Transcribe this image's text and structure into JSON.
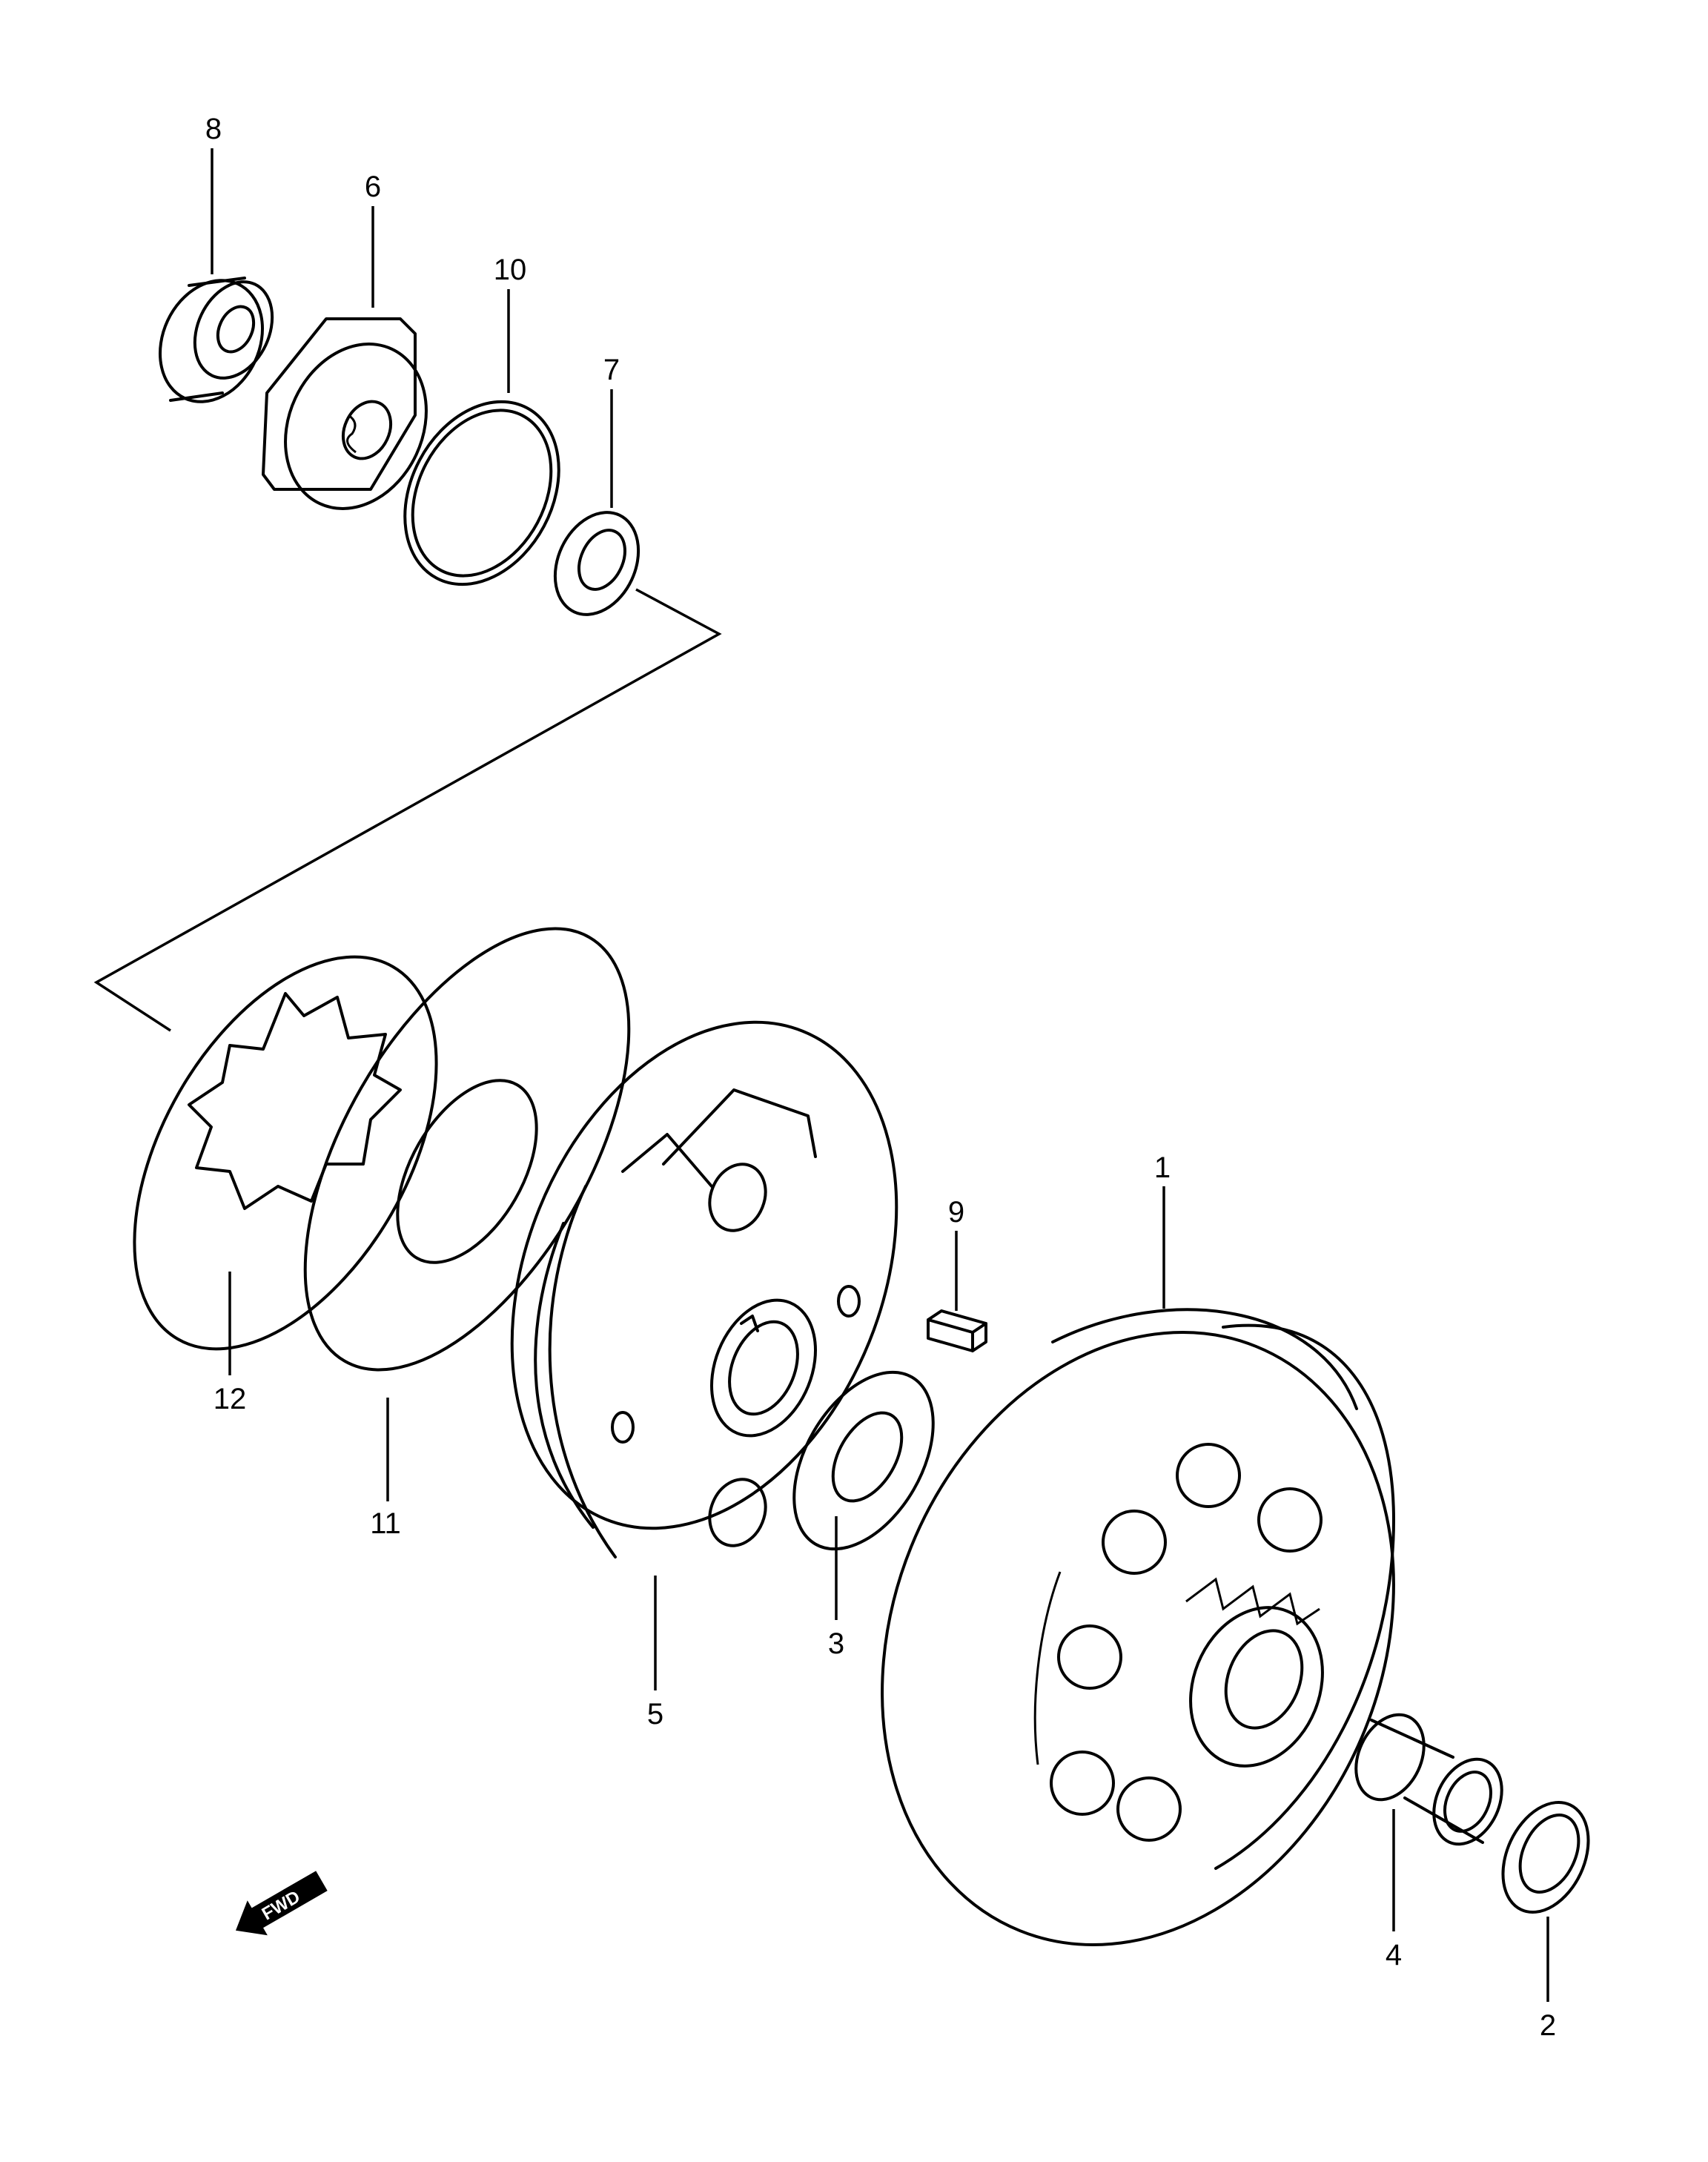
{
  "callouts": {
    "part_1": "1",
    "part_2": "2",
    "part_3": "3",
    "part_4": "4",
    "part_5": "5",
    "part_6": "6",
    "part_7": "7",
    "part_8": "8",
    "part_9": "9",
    "part_10": "10",
    "part_11": "11",
    "part_12": "12"
  },
  "direction_badge": "FWD"
}
